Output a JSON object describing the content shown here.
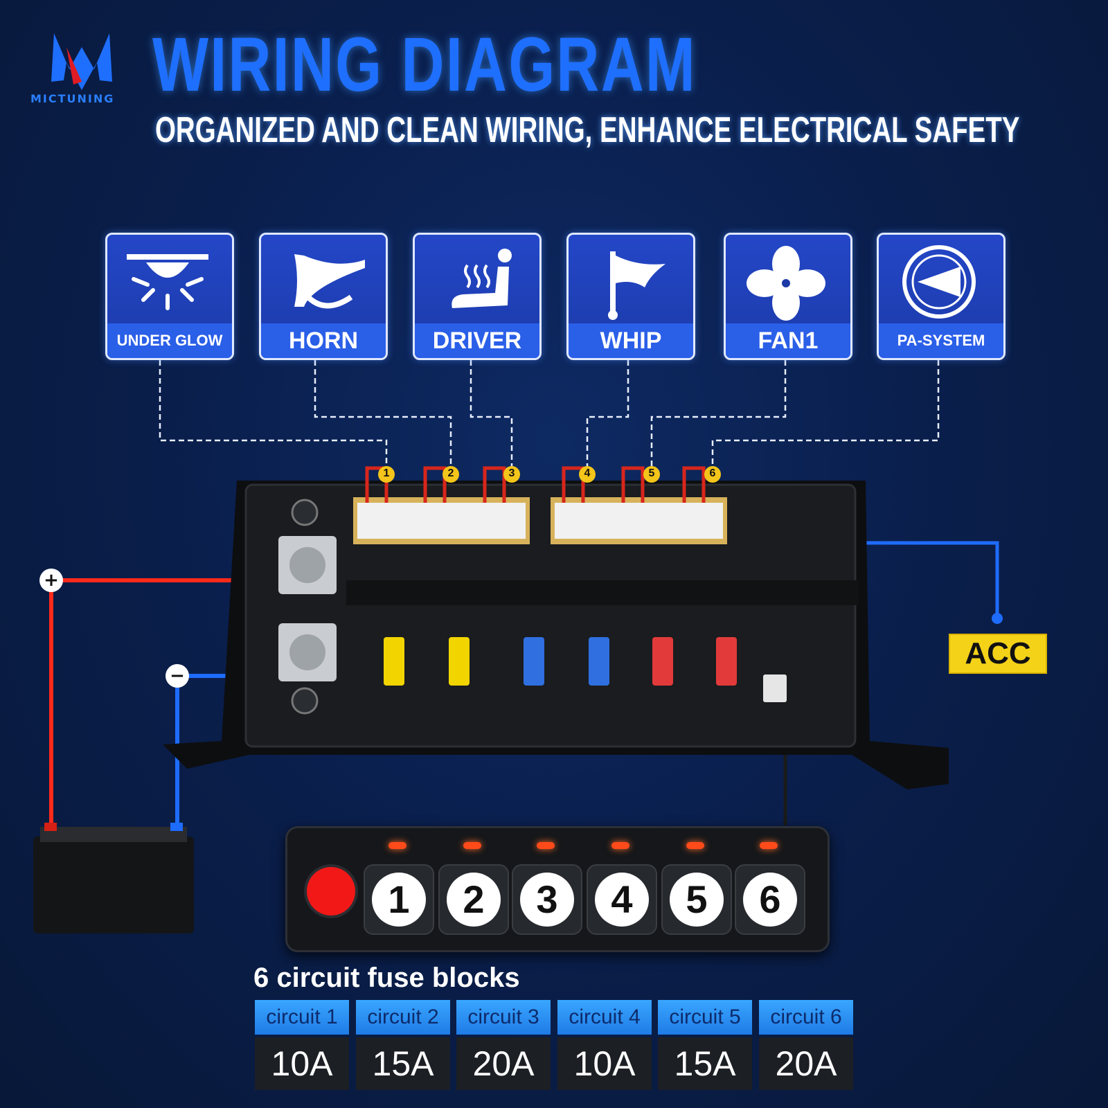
{
  "brand": "MICTUNING",
  "title": "WIRING DIAGRAM",
  "subtitle": "ORGANIZED AND CLEAN WIRING, ENHANCE ELECTRICAL SAFETY",
  "devices": [
    {
      "label": "UNDER GLOW",
      "icon": "light-icon"
    },
    {
      "label": "HORN",
      "icon": "horn-icon"
    },
    {
      "label": "DRIVER",
      "icon": "heated-seat-icon"
    },
    {
      "label": "WHIP",
      "icon": "whip-flag-icon"
    },
    {
      "label": "FAN1",
      "icon": "fan-icon"
    },
    {
      "label": "PA-SYSTEM",
      "icon": "pa-system-icon"
    }
  ],
  "circuit_numbers": [
    "1",
    "2",
    "3",
    "4",
    "5",
    "6"
  ],
  "acc_label": "ACC",
  "fuse_title": "6 circuit fuse blocks",
  "fuses": [
    {
      "circuit": "circuit 1",
      "rating": "10A"
    },
    {
      "circuit": "circuit 2",
      "rating": "15A"
    },
    {
      "circuit": "circuit 3",
      "rating": "20A"
    },
    {
      "circuit": "circuit 4",
      "rating": "10A"
    },
    {
      "circuit": "circuit 5",
      "rating": "15A"
    },
    {
      "circuit": "circuit 6",
      "rating": "20A"
    }
  ],
  "fuse_colors": [
    "#f2d400",
    "#f2d400",
    "#2f6fe0",
    "#2f6fe0",
    "#e23a3a",
    "#e23a3a"
  ],
  "colors": {
    "positive_wire": "#ff2a1a",
    "negative_wire": "#1e6cff",
    "card_blue": "#2447c8",
    "acc_yellow": "#f4d218"
  }
}
